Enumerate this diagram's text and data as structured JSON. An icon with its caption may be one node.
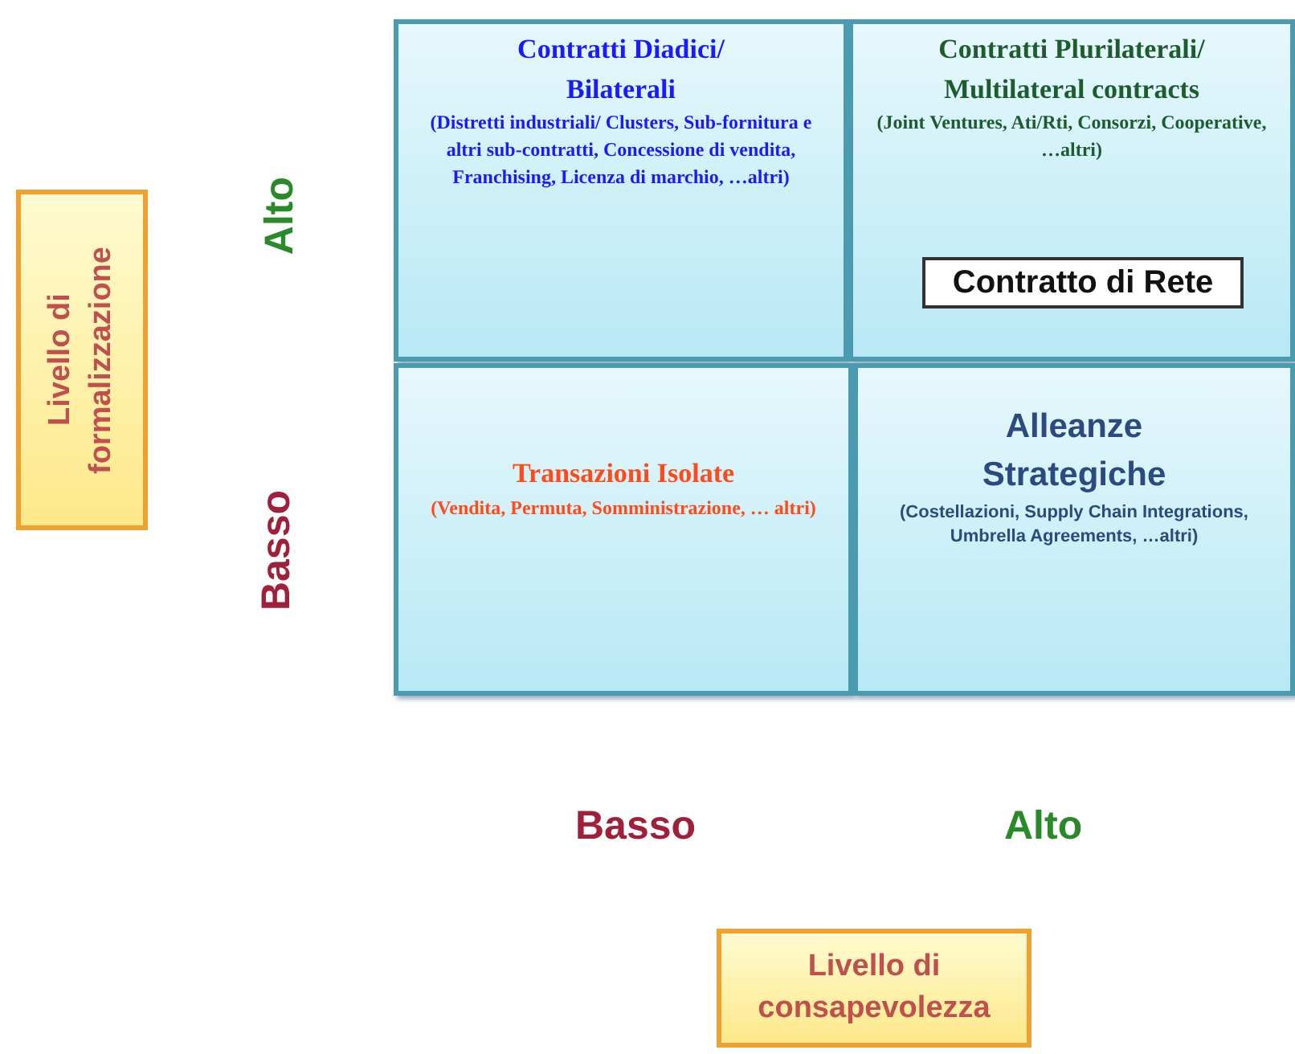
{
  "diagram": {
    "nodes": [
      {
        "text": [
          "Contratti Diadici/ Bilaterali",
          "(Distretti industriali/ Clusters, Sub-fornitura e altri sub-contratti, Concessione di vendita, Franchising, Licenza di marchio, …altri)"
        ]
      },
      {
        "text": [
          "Contratti Plurilaterali/ Multilateral contracts",
          "(Joint Ventures, Ati/Rti, Consorzi, Cooperative, …altri)"
        ]
      },
      {
        "text": [
          "Contratto di Rete"
        ],
        "in": 1
      },
      {
        "text": [
          "Transazioni Isolate",
          "(Vendita, Permuta, Somministrazione, … altri)"
        ]
      },
      {
        "text": [
          "Alleanze Strategiche",
          "(Costellazioni, Supply Chain Integrations, Umbrella Agreements, …altri)"
        ]
      },
      {
        "text": [
          "Livello di formalizzazione"
        ]
      },
      {
        "text": [
          "Livello di consapevolezza"
        ]
      }
    ],
    "edges": [],
    "labels": [
      "Alto",
      "Basso",
      "Basso",
      "Alto"
    ]
  }
}
